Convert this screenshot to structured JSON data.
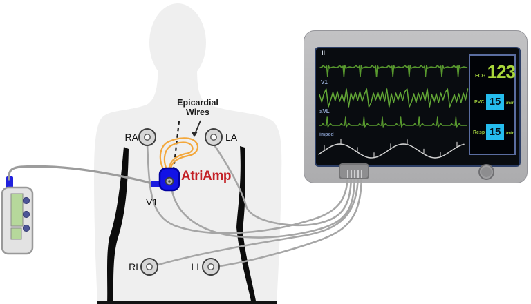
{
  "patient": {
    "electrode_labels": {
      "ra": "RA",
      "la": "LA",
      "v1": "V1",
      "rl": "RL",
      "ll": "LL"
    },
    "annotation": {
      "line1": "Epicardial",
      "line2": "Wires"
    },
    "amplifier_brand": "AtriAmp"
  },
  "monitor": {
    "trace_labels": {
      "t1": "II",
      "t2": "V1",
      "t3": "aVL",
      "t4": "imped"
    },
    "vitals": {
      "ecg": {
        "label": "ECG",
        "value": "123"
      },
      "pvc": {
        "label": "PVC",
        "value": "15",
        "unit": "/min"
      },
      "resp": {
        "label": "Resp",
        "value": "15",
        "unit": "/min"
      }
    }
  },
  "colors": {
    "trace_green": "#58992e",
    "vital_value_green": "#a9d63a",
    "value_box_cyan": "#25bdee",
    "amplifier_blue": "#1212e6",
    "brand_red": "#c32127",
    "epicardial_wire_orange": "#f3a73b",
    "body_gray": "#efefef"
  }
}
